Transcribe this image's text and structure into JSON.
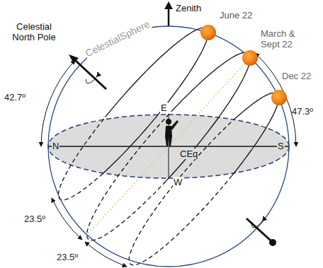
{
  "diagram": {
    "labels": [
      "Zenith",
      "Celestial North Pole",
      "CelestialSphere",
      "June 22",
      "March & Sept 22",
      "Dec 22",
      "42.7º",
      "47.3º",
      "N",
      "S",
      "E",
      "W",
      "CEq",
      "23.5º",
      "23.5º"
    ]
  }
}
